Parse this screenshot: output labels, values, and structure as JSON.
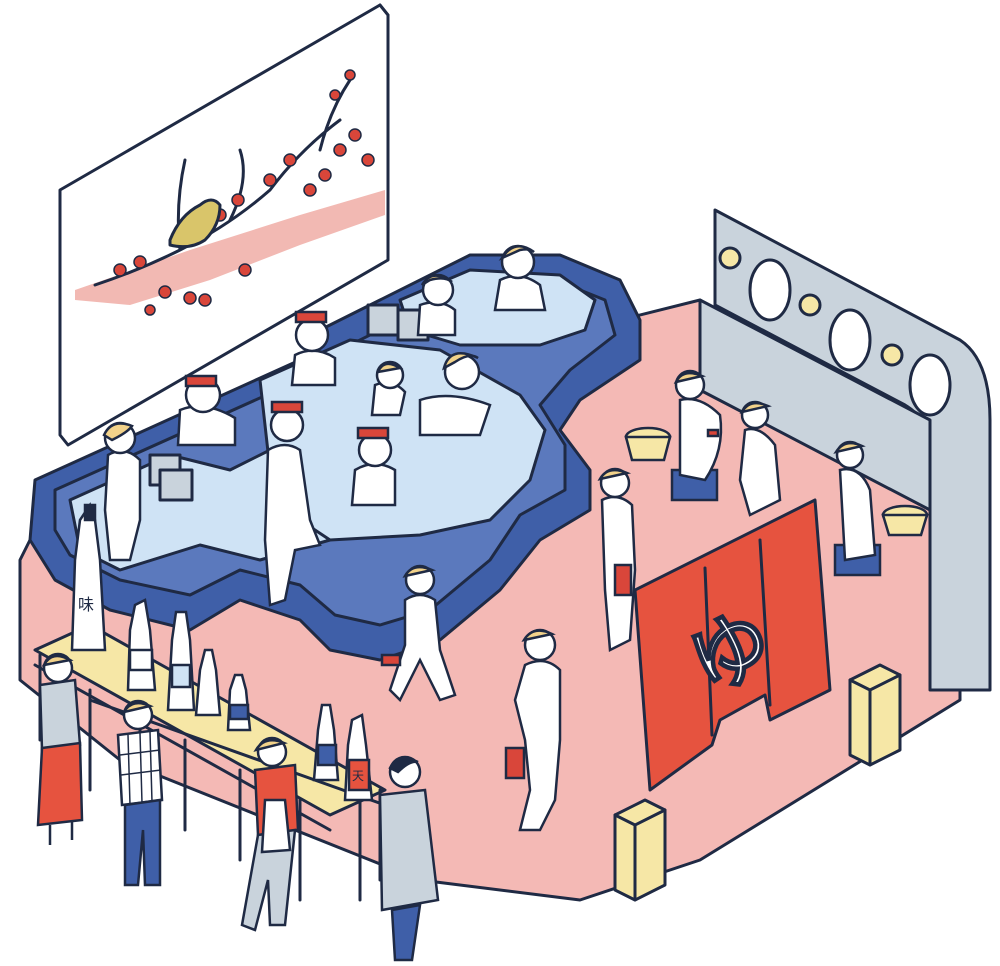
{
  "scene": {
    "description_tags": [
      "sento",
      "sake tasting",
      "bathhouse"
    ],
    "noren_glyph": "ゆ",
    "bottle_label_main": "味",
    "bottle_label_red": "天",
    "colors": {
      "ink": "#1f2a44",
      "floor_pink": "#f4b9b5",
      "tub_blue": "#3f5fa8",
      "water_light": "#cfe3f5",
      "noren_red": "#e6533f",
      "table_yellow": "#f6e7a6",
      "wall_grey": "#c9d3dc",
      "skin": "#ffffff",
      "hair": "#f2d28a",
      "blossom": "#d9463a",
      "branch_pink": "#f2b9b3"
    }
  }
}
